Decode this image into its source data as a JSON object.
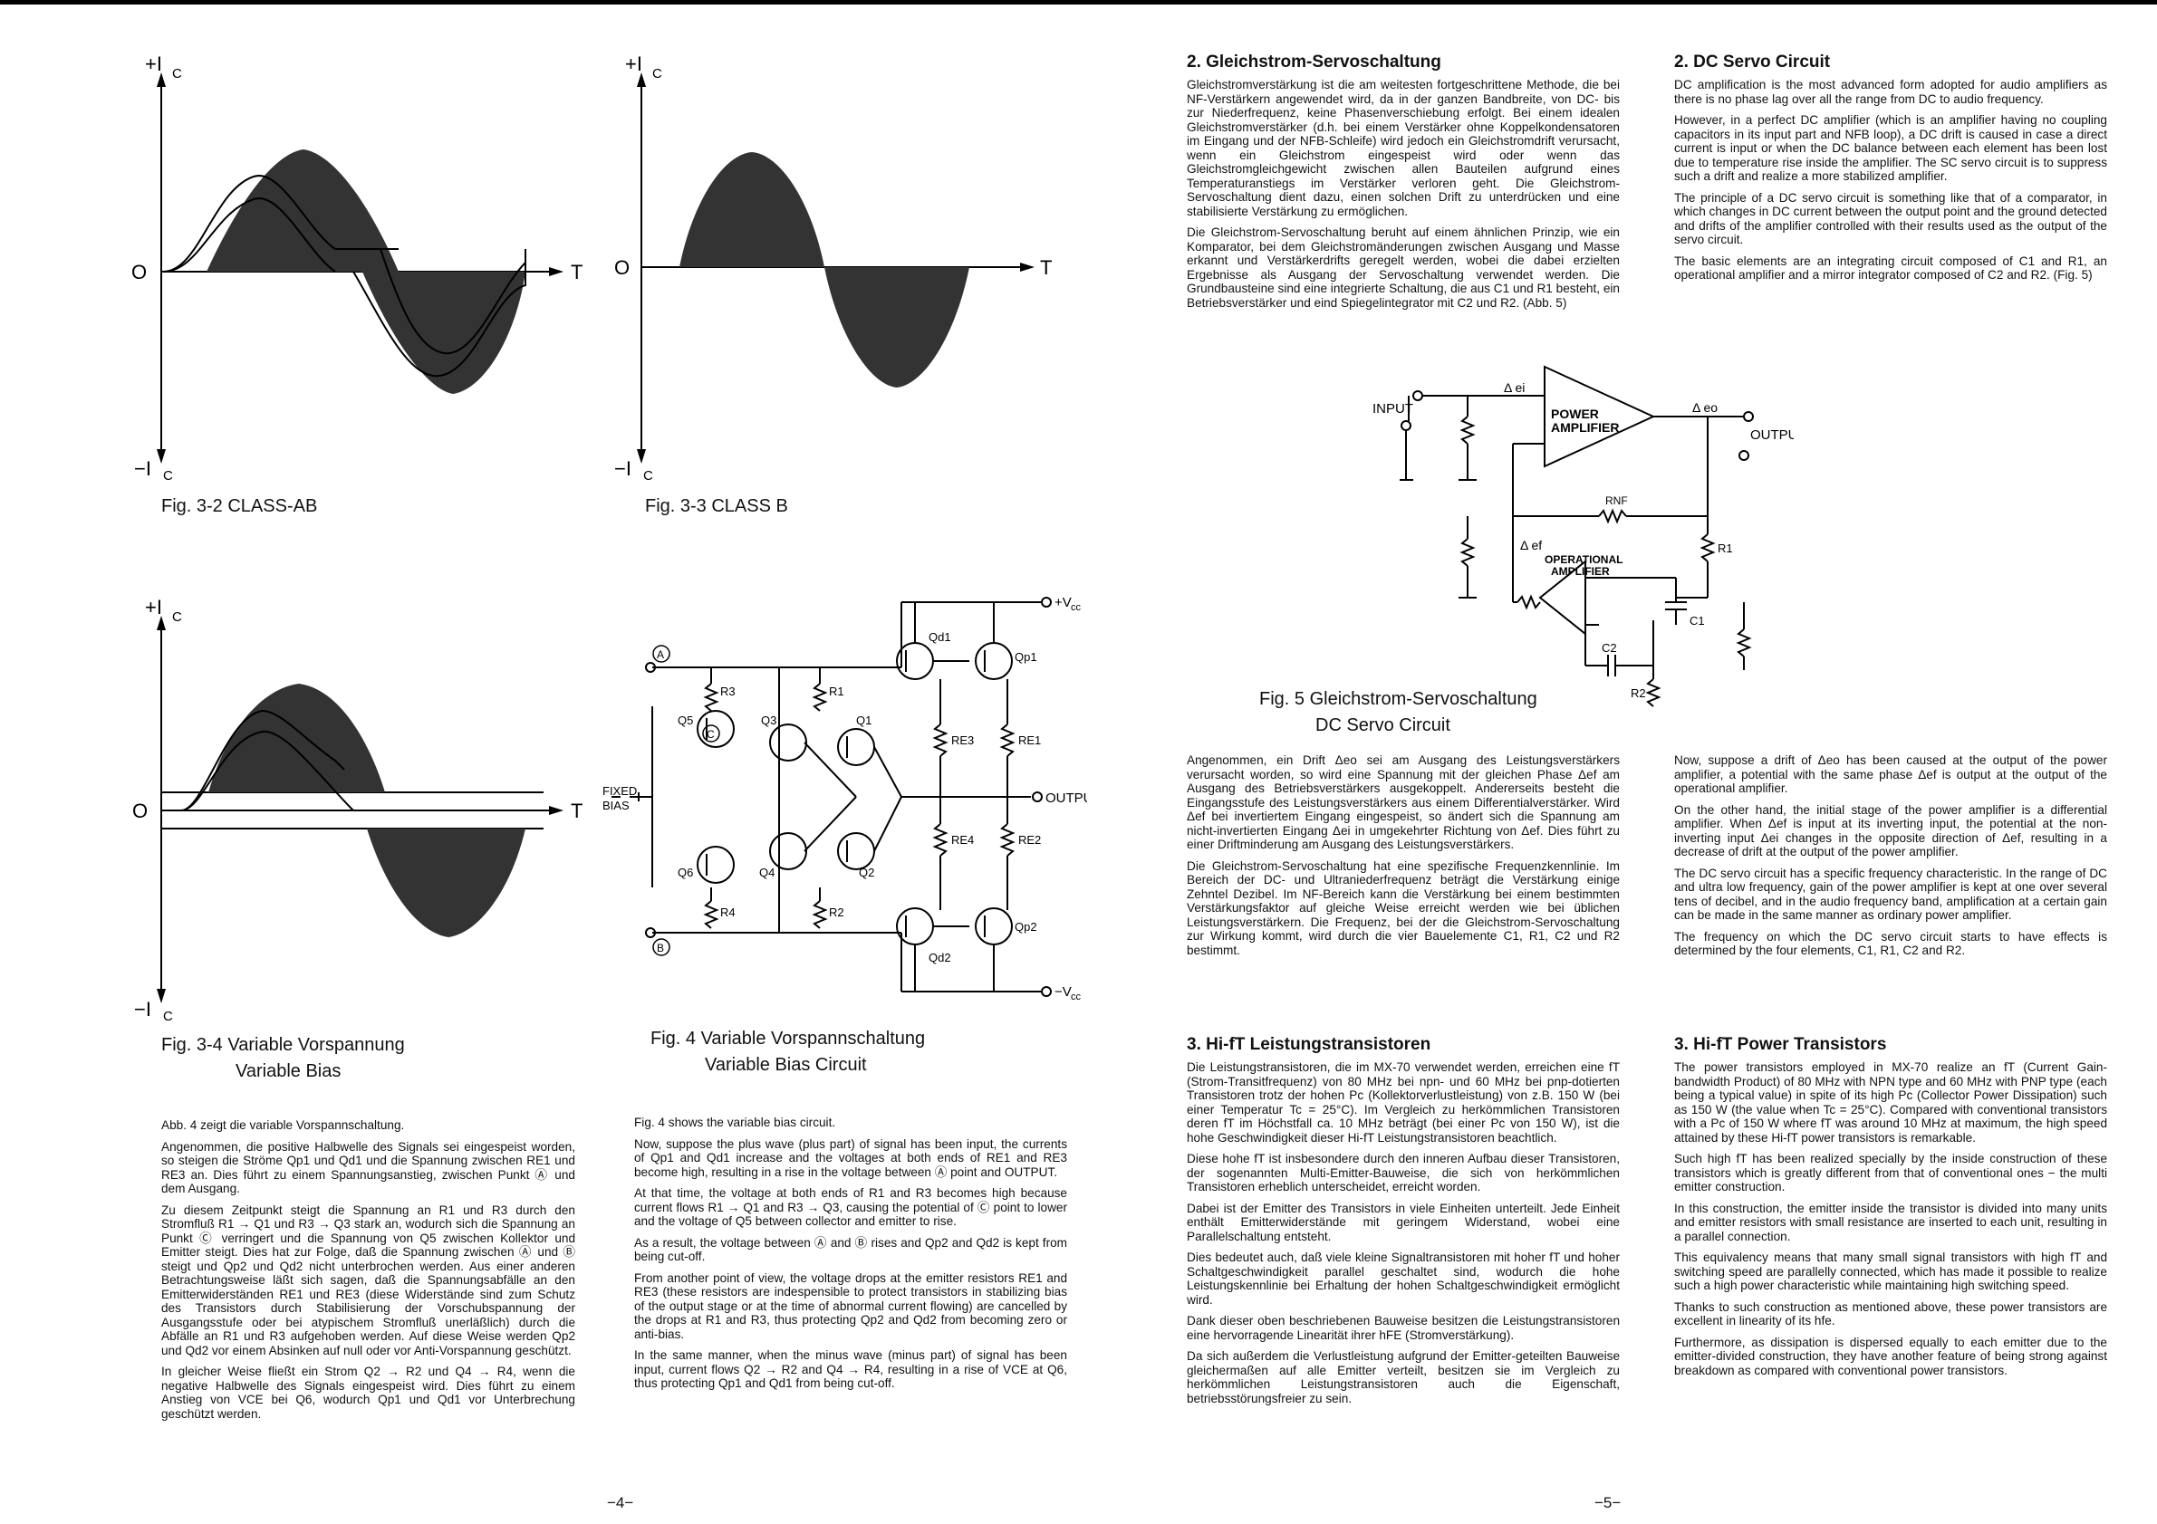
{
  "figures": {
    "fig32": {
      "caption": "Fig. 3-2 CLASS-AB",
      "plus_ic": "+I",
      "minus_ic": "−I",
      "sub": "C",
      "origin": "O",
      "t": "T"
    },
    "fig33": {
      "caption": "Fig. 3-3 CLASS B",
      "plus_ic": "+I",
      "minus_ic": "−I",
      "sub": "C",
      "origin": "O",
      "t": "T"
    },
    "fig34": {
      "caption_line1": "Fig. 3-4  Variable Vorspannung",
      "caption_line2": "Variable Bias",
      "plus_ic": "+I",
      "minus_ic": "−I",
      "sub": "C",
      "origin": "O",
      "t": "T"
    },
    "fig4": {
      "caption_line1": "Fig. 4  Variable Vorspannschaltung",
      "caption_line2": "Variable Bias Circuit",
      "vcc_plus": "+V",
      "vcc_minus": "−V",
      "vcc_sub": "cc",
      "output": "OUTPU",
      "fixed_bias_1": "FIXED",
      "fixed_bias_2": "BIAS",
      "node_a": "A",
      "node_b": "B",
      "node_c": "C",
      "labels": [
        "Q5",
        "Q3",
        "Q1",
        "Q6",
        "Q4",
        "Q2",
        "Qd1",
        "Qp1",
        "Qd2",
        "Qp2",
        "R3",
        "R1",
        "R4",
        "R2",
        "RE3",
        "RE1",
        "RE4",
        "RE2"
      ]
    },
    "fig5": {
      "caption_line1": "Fig. 5  Gleichstrom-Servoschaltung",
      "caption_line2": "DC Servo Circuit",
      "input": "INPUT",
      "output": "OUTPUT",
      "power_amp_1": "POWER",
      "power_amp_2": "AMPLIFIER",
      "op_amp_1": "OPERATIONAL",
      "op_amp_2": "AMPLIFIER",
      "delta_ei": "Δ ei",
      "delta_eo": "Δ eo",
      "delta_ef": "Δ ef",
      "rnf": "RNF",
      "r1": "R1",
      "r2": "R2",
      "c1": "C1",
      "c2": "C2"
    }
  },
  "page4": {
    "de_col": [
      "Abb. 4 zeigt die variable Vorspannschaltung.",
      "Angenommen, die positive Halbwelle des Signals sei eingespeist worden, so steigen die Ströme Qp1 und Qd1 und die Spannung zwischen RE1 und RE3 an. Dies führt zu einem Spannungsanstieg, zwischen Punkt Ⓐ und dem Ausgang.",
      "Zu diesem Zeitpunkt steigt die Spannung an R1 und R3 durch den Stromfluß R1 → Q1 und R3 → Q3 stark an, wodurch sich die Spannung an Punkt Ⓒ verringert und die Spannung von Q5 zwischen Kollektor und Emitter steigt. Dies hat zur Folge, daß die Spannung zwischen Ⓐ und Ⓑ steigt und Qp2 und Qd2 nicht unterbrochen werden. Aus einer anderen Betrachtungsweise läßt sich sagen, daß die Spannungsabfälle an den Emitterwiderständen RE1 und RE3 (diese Widerstände sind zum Schutz des Transistors durch Stabilisierung der Vorschubspannung der Ausgangsstufe oder bei atypischem Stromfluß unerläßlich) durch die Abfälle an R1 und R3 aufgehoben werden. Auf diese Weise werden Qp2 und Qd2 vor einem Absinken auf null oder vor Anti-Vorspannung geschützt.",
      "In gleicher Weise fließt ein Strom Q2 → R2 und Q4 → R4, wenn die negative Halbwelle des Signals eingespeist wird. Dies führt zu einem Anstieg von VCE bei Q6, wodurch Qp1 und Qd1 vor Unterbrechung geschützt werden."
    ],
    "en_col": [
      "Fig. 4 shows the variable bias circuit.",
      "Now, suppose the plus wave (plus part) of signal has been input, the currents of Qp1 and Qd1 increase and the voltages at both ends of RE1 and RE3 become high, resulting in a rise in the voltage between Ⓐ point and OUTPUT.",
      "At that time, the voltage at both ends of R1 and R3 becomes high because current flows R1 → Q1 and R3 → Q3, causing the potential of Ⓒ point to lower and the voltage of Q5 between collector and emitter to rise.",
      "As a result, the voltage between Ⓐ and Ⓑ rises and Qp2 and Qd2 is kept from being cut-off.",
      "From another point of view, the voltage drops at the emitter resistors RE1 and RE3 (these resistors are indespensible to protect transistors in stabilizing bias of the output stage or at the time of abnormal current flowing) are cancelled by the drops at R1 and R3, thus protecting Qp2 and Qd2 from becoming zero or anti-bias.",
      "In the same manner, when the minus wave (minus part) of signal has been input, current flows Q2 → R2 and Q4 → R4, resulting in a rise of VCE at Q6, thus protecting Qp1 and Qd1 from being cut-off."
    ],
    "page_number": "−4−"
  },
  "page5": {
    "de_heading2": "2.  Gleichstrom-Servoschaltung",
    "de_col2_top": [
      "Gleichstromverstärkung ist die am weitesten fortgeschrittene Methode, die bei NF-Verstärkern angewendet wird, da in der ganzen Bandbreite, von DC- bis zur Niederfrequenz, keine Phasenverschiebung erfolgt. Bei einem idealen Gleichstromverstärker (d.h. bei einem Verstärker ohne Koppelkondensatoren im Eingang und der NFB-Schleife) wird jedoch ein Gleichstromdrift verursacht, wenn ein Gleichstrom eingespeist wird oder wenn das Gleichstromgleichgewicht zwischen allen Bauteilen aufgrund eines Temperaturanstiegs im Verstärker verloren geht. Die Gleichstrom-Servoschaltung dient dazu, einen solchen Drift zu unterdrücken und eine stabilisierte Verstärkung zu ermöglichen.",
      "Die Gleichstrom-Servoschaltung beruht auf einem ähnlichen Prinzip, wie ein Komparator, bei dem Gleichstromänderungen zwischen Ausgang und Masse erkannt und Verstärkerdrifts geregelt werden, wobei die dabei erzielten Ergebnisse als Ausgang der Servoschaltung verwendet werden. Die Grundbausteine sind eine integrierte Schaltung, die aus C1 und R1 besteht, ein Betriebsverstärker und eind Spiegelintegrator mit C2 und R2. (Abb. 5)"
    ],
    "en_heading2": "2.  DC Servo Circuit",
    "en_col2_top": [
      "DC amplification is the most advanced form adopted for audio amplifiers as there is no phase lag over all the range from DC to audio frequency.",
      "However, in a perfect DC amplifier (which is an amplifier having no coupling capacitors in its input part and NFB loop), a DC drift is caused in case a direct current is input or when the DC balance between each element has been lost due to temperature rise inside the amplifier. The SC servo circuit is to suppress such a drift and realize a more stabilized amplifier.",
      "The principle of a DC servo circuit is something like that of a comparator, in which changes in DC current between the output point and the ground detected and drifts of the amplifier controlled with their results used as the output of the servo circuit.",
      "The basic elements are an integrating circuit composed of C1 and R1, an operational amplifier and a mirror integrator composed of C2 and R2. (Fig. 5)"
    ],
    "de_col2_mid": [
      "Angenommen, ein Drift Δeo sei am Ausgang des Leistungsverstärkers verursacht worden, so wird eine Spannung mit der gleichen Phase Δef am Ausgang des Betriebsverstärkers ausgekoppelt. Andererseits besteht die Eingangsstufe des Leistungsverstärkers aus einem Differentialverstärker. Wird Δef bei invertiertem Eingang eingespeist, so ändert sich die Spannung am nicht-invertierten Eingang Δei in umgekehrter Richtung von Δef. Dies führt zu einer Driftminderung am Ausgang des Leistungsverstärkers.",
      "Die Gleichstrom-Servoschaltung hat eine spezifische Frequenzkennlinie. Im Bereich der DC- und Ultraniederfrequenz beträgt die Verstärkung einige Zehntel Dezibel. Im NF-Bereich kann die Verstärkung bei einem bestimmten Verstärkungsfaktor auf gleiche Weise erreicht werden wie bei üblichen Leistungsverstärkern. Die Frequenz, bei der die Gleichstrom-Servoschaltung zur Wirkung kommt, wird durch die vier Bauelemente C1, R1, C2 und R2 bestimmt."
    ],
    "en_col2_mid": [
      "Now, suppose a drift of Δeo has been caused at the output of the power amplifier, a potential with the same phase Δef is output at the output of the operational amplifier.",
      "On the other hand, the initial stage of the power amplifier is a differential amplifier. When Δef is input at its inverting input, the potential at the non-inverting input Δei changes in the opposite direction of Δef, resulting in a decrease of drift at the output of the power amplifier.",
      "The DC servo circuit has a specific frequency characteristic. In the range of DC and ultra low frequency, gain of the power amplifier is kept at one over several tens of decibel, and in the audio frequency band, amplification at a certain gain can be made in the same manner as ordinary power amplifier.",
      "The frequency on which the DC servo circuit starts to have effects is determined by the four elements, C1, R1, C2 and R2."
    ],
    "de_heading3": "3.  Hi-fT Leistungstransistoren",
    "de_col3": [
      "Die Leistungstransistoren, die im MX-70 verwendet werden, erreichen eine fT (Strom-Transitfrequenz) von 80 MHz bei npn- und 60 MHz bei pnp-dotierten Transistoren trotz der hohen Pc (Kollektorverlustleistung) von z.B. 150 W (bei einer Temperatur Tc = 25°C). Im Vergleich zu herkömmlichen Transistoren deren fT im Höchstfall ca. 10 MHz beträgt (bei einer Pc von 150 W), ist die hohe Geschwindigkeit dieser Hi-fT Leistungstransistoren beachtlich.",
      "Diese hohe fT ist insbesondere durch den inneren Aufbau dieser Transistoren, der sogenannten Multi-Emitter-Bauweise, die sich von herkömmlichen Transistoren erheblich unterscheidet, erreicht worden.",
      "Dabei ist der Emitter des Transistors in viele Einheiten unterteilt. Jede Einheit enthält Emitterwiderstände mit geringem Widerstand, wobei eine Parallelschaltung entsteht.",
      "Dies bedeutet auch, daß viele kleine Signaltransistoren mit hoher fT und hoher Schaltgeschwindigkeit parallel geschaltet sind, wodurch die hohe Leistungskennlinie bei Erhaltung der hohen Schaltgeschwindigkeit ermöglicht wird.",
      "Dank dieser oben beschriebenen Bauweise besitzen die Leistungstransistoren eine hervorragende Linearität ihrer hFE (Stromverstärkung).",
      "Da sich außerdem die Verlustleistung aufgrund der Emitter-geteilten Bauweise gleichermaßen auf alle Emitter verteilt, besitzen sie im Vergleich zu herkömmlichen Leistungstransistoren auch die Eigenschaft, betriebsstörungsfreier zu sein."
    ],
    "en_heading3": "3.  Hi-fT Power Transistors",
    "en_col3": [
      "The power transistors employed in MX-70 realize an fT (Current Gain-bandwidth Product) of 80 MHz with NPN type and 60 MHz with PNP type (each being a typical value) in spite of its high Pc (Collector Power Dissipation) such as 150 W (the value when Tc = 25°C). Compared with conventional transistors with a Pc of 150 W where fT was around 10 MHz at maximum, the high speed attained by these Hi-fT power transistors is remarkable.",
      "Such high fT has been realized specially by the inside construction of these transistors which is greatly different from that of conventional ones − the multi emitter construction.",
      "In this construction, the emitter inside the transistor is divided into many units and emitter resistors with small resistance are inserted to each unit, resulting in a parallel connection.",
      "This equivalency means that many small signal transistors with high fT and switching speed are parallelly connected, which has made it possible to realize such a high power characteristic while maintaining high switching speed.",
      "Thanks to such construction as mentioned above, these power transistors are excellent in linearity of its hfe.",
      "Furthermore, as dissipation is dispersed equally to each emitter due to the emitter-divided construction, they have another feature of being strong against breakdown as compared with conventional power transistors."
    ],
    "page_number": "−5−"
  }
}
